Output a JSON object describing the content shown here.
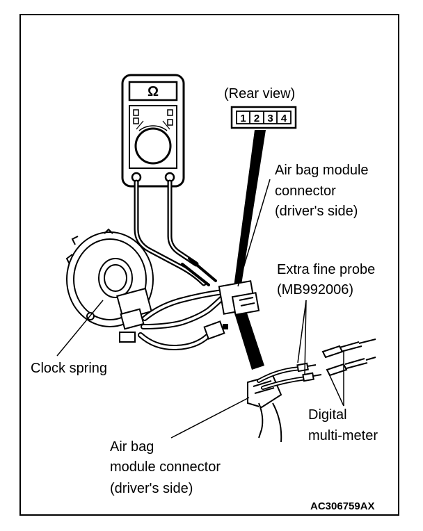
{
  "labels": {
    "rear_view": "(Rear view)",
    "pins": [
      "1",
      "2",
      "3",
      "4"
    ],
    "airbag_top_line1": "Air bag module",
    "airbag_top_line2": "connector",
    "airbag_top_line3": "(driver's side)",
    "probe_line1": "Extra fine probe",
    "probe_line2": "(MB992006)",
    "clock_spring": "Clock spring",
    "digital_line1": "Digital",
    "digital_line2": "multi-meter",
    "airbag_bottom_line1": "Air bag",
    "airbag_bottom_line2": "module connector",
    "airbag_bottom_line3": "(driver's side)"
  },
  "meter_symbol": "Ω",
  "figure_code": "AC306759AX"
}
